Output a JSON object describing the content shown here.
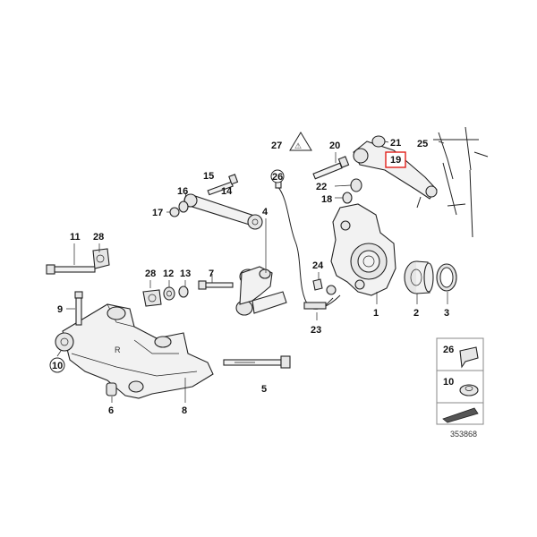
{
  "diagram": {
    "labels": {
      "l1": "1",
      "l2": "2",
      "l3": "3",
      "l4": "4",
      "l5": "5",
      "l6": "6",
      "l7": "7",
      "l8": "8",
      "l9": "9",
      "l10": "10",
      "l11": "11",
      "l12": "12",
      "l13": "13",
      "l14": "14",
      "l15": "15",
      "l16": "16",
      "l17": "17",
      "l18": "18",
      "l19": "19",
      "l20": "20",
      "l21": "21",
      "l22": "22",
      "l23": "23",
      "l24": "24",
      "l25": "25",
      "l26": "26",
      "l27": "27",
      "l28a": "28",
      "l28b": "28"
    },
    "legend": {
      "item26": "26",
      "item10": "10"
    },
    "reference_number": "353868",
    "highlight_color": "#e0201a"
  }
}
